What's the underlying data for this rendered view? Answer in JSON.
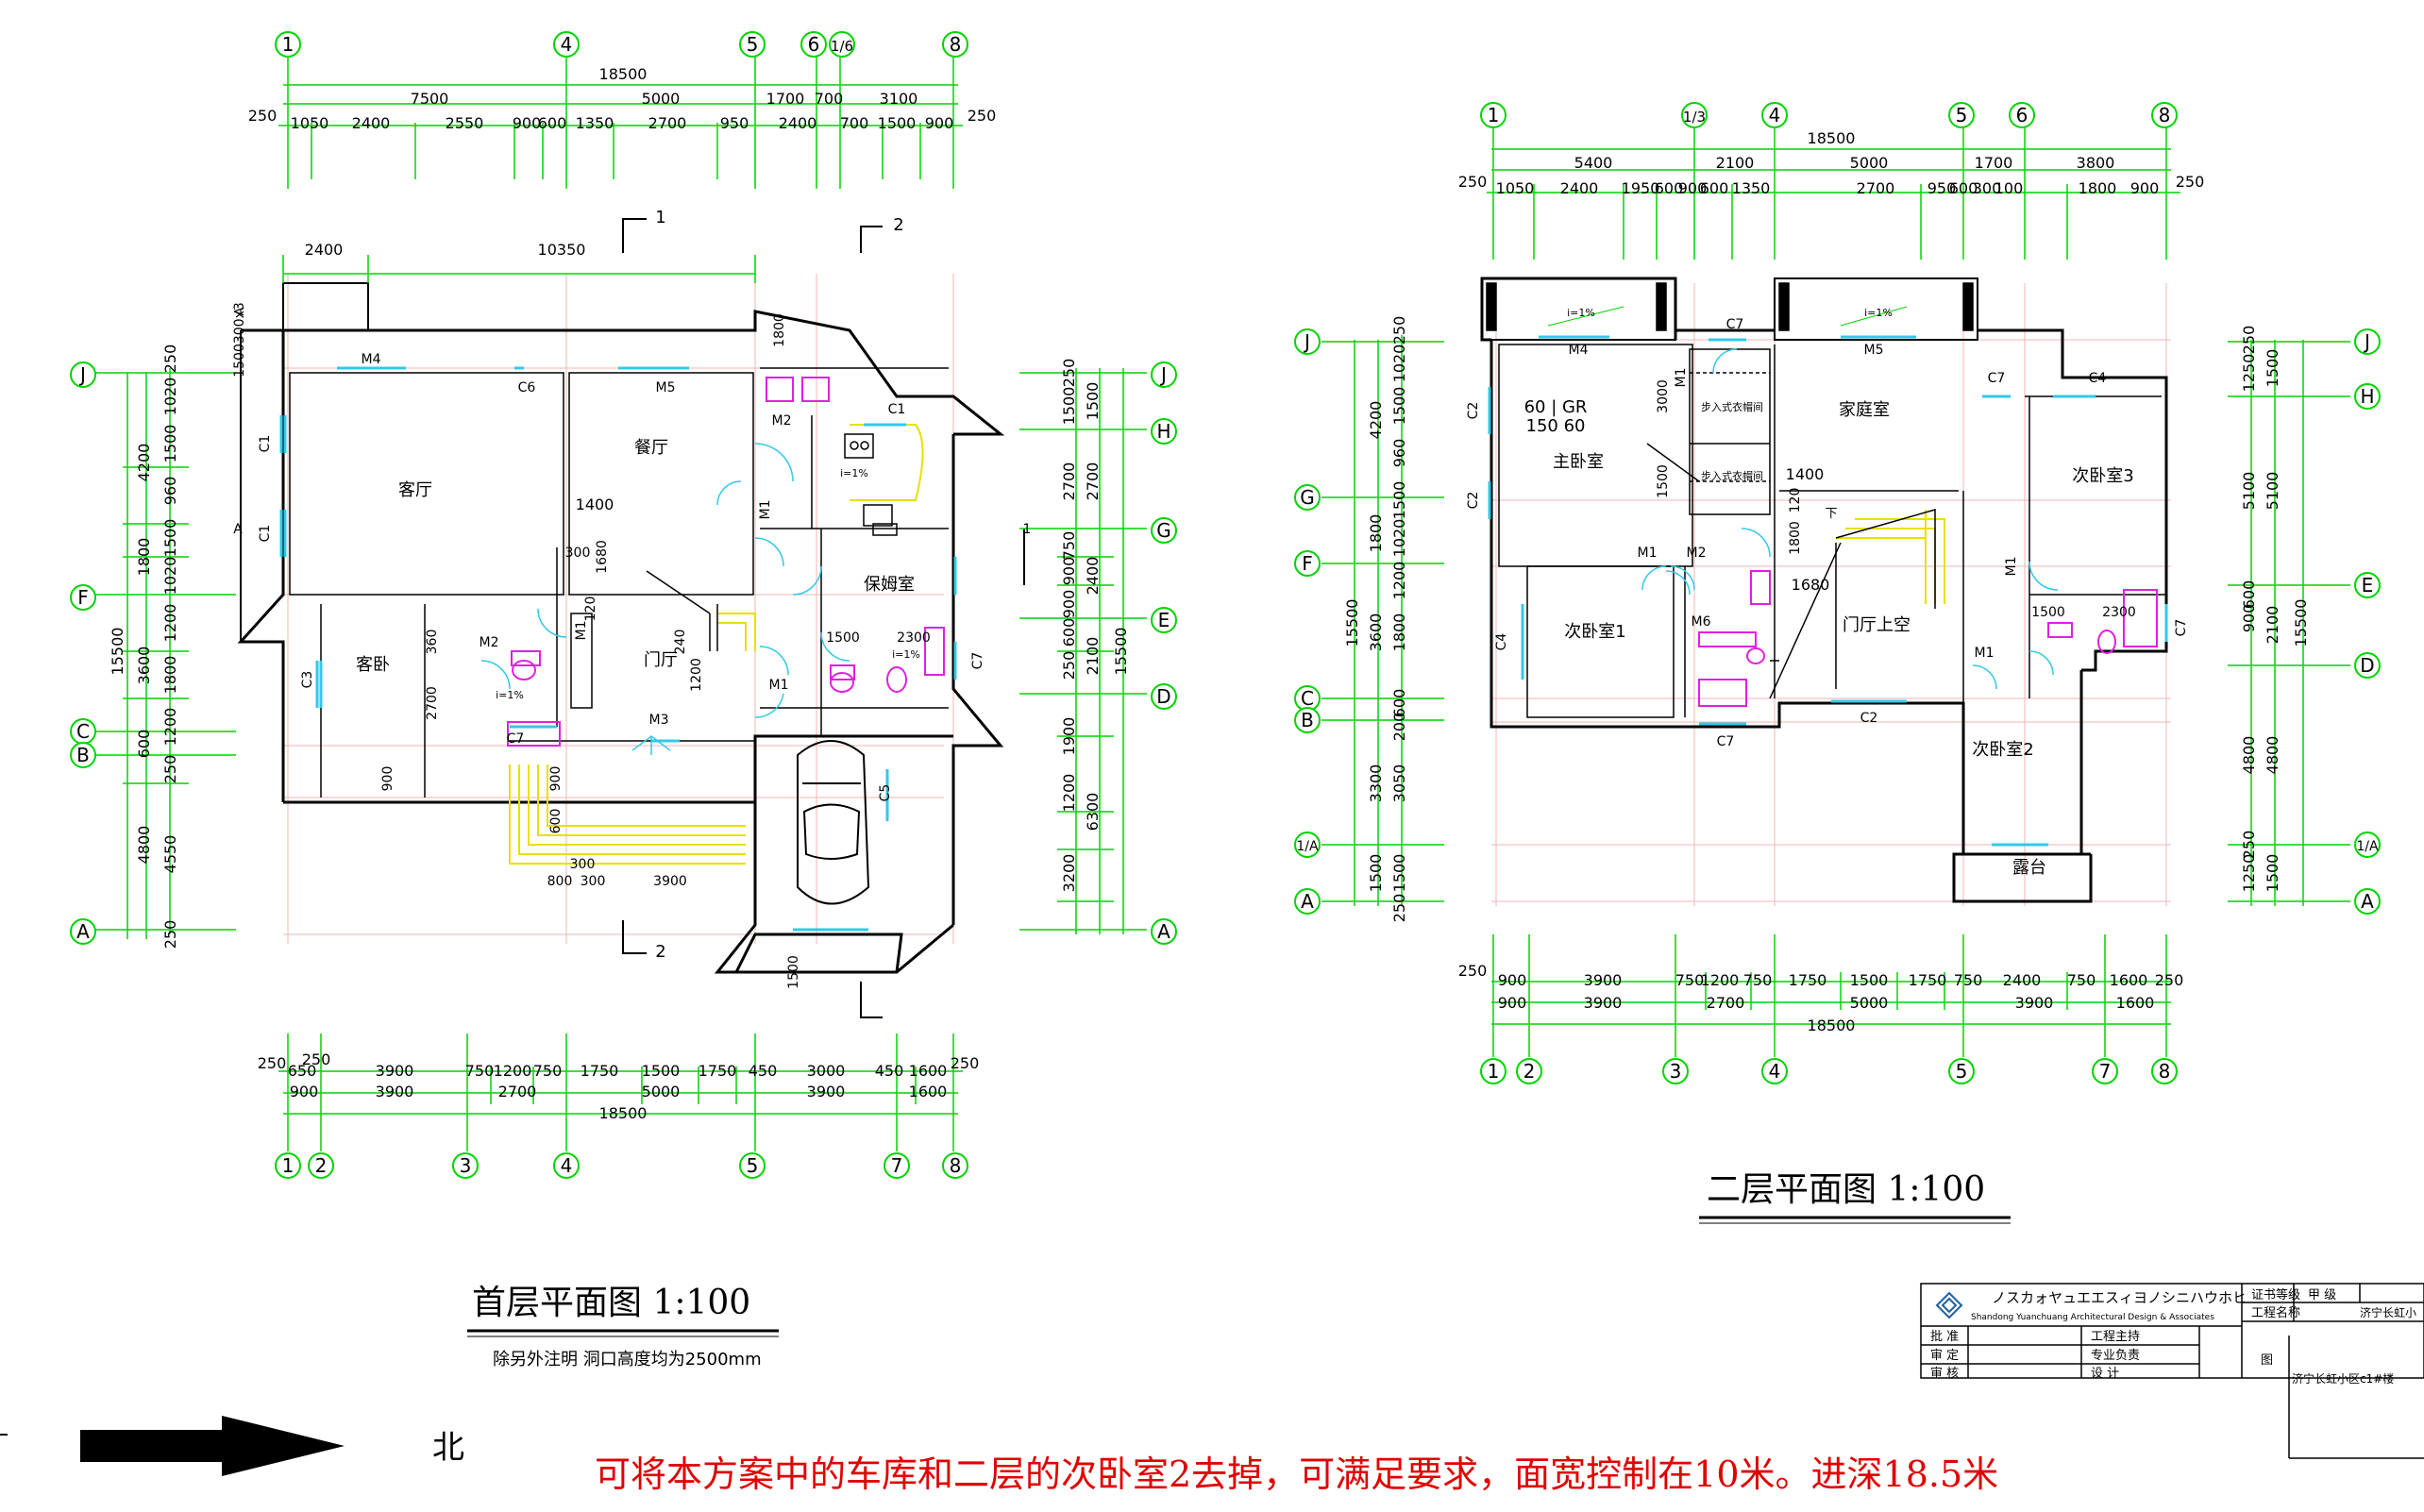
{
  "colors": {
    "axis_green": "#00d400",
    "wall_black": "#000000",
    "grid_red": "#e8a0a0",
    "window_cyan": "#33c8e8",
    "fixture_magenta": "#e020e0",
    "stair_yellow": "#e8e000",
    "note_red": "#e00000"
  },
  "floor1": {
    "title": "首层平面图   1:100",
    "note": "除另外注明  洞口高度均为2500mm",
    "axes_top": [
      "1",
      "4",
      "5",
      "6",
      "1/6",
      "8"
    ],
    "axes_bottom": [
      "1",
      "2",
      "3",
      "4",
      "5",
      "7",
      "8"
    ],
    "axes_left": [
      "J",
      "F",
      "C",
      "B",
      "A"
    ],
    "axes_right": [
      "J",
      "H",
      "G",
      "E",
      "D",
      "A"
    ],
    "dims_top_total": "18500",
    "dims_top_mid": [
      "7500",
      "5000",
      "1700",
      "700",
      "3100"
    ],
    "dims_top_detail": [
      "250",
      "1050",
      "2400",
      "2550",
      "900",
      "600",
      "1350",
      "2700",
      "950",
      "2400",
      "700",
      "1500",
      "900",
      "250"
    ],
    "dims_bottom_total": "18500",
    "dims_bottom_mid": [
      "900",
      "3900",
      "2700",
      "5000",
      "3900",
      "1600"
    ],
    "dims_bottom_detail": [
      "250",
      "650",
      "250",
      "3900",
      "750",
      "1200",
      "750",
      "1750",
      "1500",
      "1750",
      "450",
      "3000",
      "450",
      "1600",
      "250"
    ],
    "dims_left_total": "15500",
    "dims_left_mid": [
      "4200",
      "1800",
      "3600",
      "600",
      "4800"
    ],
    "dims_left_detail": [
      "250",
      "1020",
      "1500",
      "960",
      "1500",
      "1020",
      "1200",
      "1800",
      "1200",
      "250",
      "4550",
      "250"
    ],
    "dims_right_total": "15500",
    "dims_right_mid": [
      "2700",
      "2400",
      "2100",
      "1900",
      "1200",
      "6300",
      "3200"
    ],
    "dims_right_detail": [
      "250",
      "1500",
      "1500",
      "2700",
      "750",
      "900",
      "900",
      "600",
      "250"
    ],
    "rooms": [
      "客厅",
      "餐厅",
      "客卧",
      "门厅",
      "保姆室"
    ],
    "labels": [
      "M4",
      "C6",
      "M5",
      "C1",
      "C1",
      "C1",
      "C3",
      "M2",
      "M2",
      "M1",
      "M1",
      "M1",
      "M3",
      "C7",
      "C7",
      "C5",
      "i=1%",
      "i=1%",
      "i=1%",
      "1400",
      "300",
      "1680",
      "120",
      "240",
      "1200",
      "2700",
      "900",
      "360",
      "1500",
      "2300",
      "2400",
      "10350",
      "1800",
      "800",
      "300",
      "3900",
      "300",
      "600",
      "900",
      "1500",
      "1500300x3",
      "A",
      "A",
      "1",
      "1",
      "2",
      "2"
    ]
  },
  "floor2": {
    "title": "二层平面图   1:100",
    "axes_top": [
      "1",
      "1/3",
      "4",
      "5",
      "6",
      "8"
    ],
    "axes_bottom": [
      "1",
      "2",
      "3",
      "4",
      "5",
      "7",
      "8"
    ],
    "axes_left": [
      "J",
      "G",
      "F",
      "C",
      "B",
      "1/A",
      "A"
    ],
    "axes_right": [
      "J",
      "H",
      "E",
      "D",
      "1/A",
      "A"
    ],
    "dims_top_total": "18500",
    "dims_top_mid": [
      "5400",
      "2100",
      "5000",
      "1700",
      "3800"
    ],
    "dims_top_detail": [
      "250",
      "1050",
      "2400",
      "1950",
      "600",
      "900",
      "600",
      "1350",
      "2700",
      "950",
      "600",
      "300",
      "100",
      "1800",
      "900",
      "250"
    ],
    "dims_bottom_total": "18500",
    "dims_bottom_mid": [
      "900",
      "3900",
      "2700",
      "5000",
      "3900",
      "1600"
    ],
    "dims_bottom_detail": [
      "250",
      "900",
      "3900",
      "750",
      "1200",
      "750",
      "1750",
      "1500",
      "1750",
      "750",
      "2400",
      "750",
      "1600",
      "250"
    ],
    "dims_left_total": "15500",
    "dims_left_mid": [
      "4200",
      "1800",
      "3600",
      "3300",
      "1500"
    ],
    "dims_left_detail": [
      "250",
      "1020",
      "1500",
      "960",
      "1500",
      "1020",
      "1200",
      "1800",
      "600",
      "200",
      "3050",
      "1500",
      "250"
    ],
    "dims_right_total": "15500",
    "dims_right_mid": [
      "1500",
      "5100",
      "2100",
      "4800",
      "1500"
    ],
    "dims_right_detail": [
      "250",
      "1250",
      "5100",
      "600",
      "900",
      "4800",
      "250",
      "1250"
    ],
    "rooms": [
      "主卧室",
      "家庭室",
      "次卧室3",
      "次卧室1",
      "门厅上空",
      "次卧室2",
      "露台"
    ],
    "labels": [
      "M4",
      "M5",
      "C7",
      "C4",
      "C2",
      "C2",
      "C4",
      "C7",
      "C7",
      "C2",
      "C7",
      "M1",
      "M1",
      "M1",
      "M1",
      "M2",
      "M6",
      "步入式衣帽间",
      "步入式衣帽间",
      "60 | GR",
      "150  60",
      "1400",
      "1680",
      "1500",
      "3000",
      "120",
      "1800",
      "1500",
      "2300",
      "i=1%",
      "i=1%",
      "下"
    ]
  },
  "compass": {
    "label": "北"
  },
  "title_block": {
    "company_cn": "ノスカォヤュエエスィヨノシニハウホヒ",
    "company_en": "Shandong Yuanchuang Architectural Design & Associates",
    "rows": [
      "批 准",
      "审 定",
      "审 核"
    ],
    "row_mid": [
      "工程主持",
      "专业负责",
      "设 计"
    ],
    "cert_label": "证书等级",
    "cert_value": "甲 级",
    "project_label": "工程名称",
    "project_value": "济宁长虹小",
    "figure_label": "图",
    "drawing_name": "济宁长虹小区c1#楼"
  },
  "bottom_note": "可将本方案中的车库和二层的次卧室2去掉，可满足要求，面宽控制在10米。进深18.5米"
}
